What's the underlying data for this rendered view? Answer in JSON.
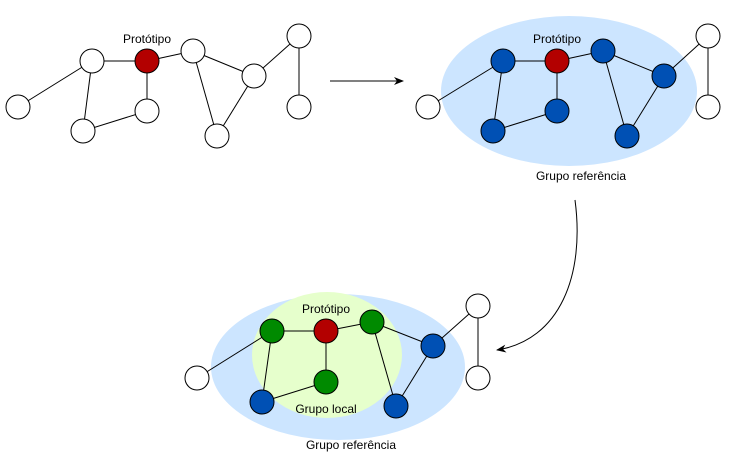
{
  "labels": {
    "prototype_1": "Protótipo",
    "prototype_2": "Protótipo",
    "prototype_3": "Protótipo",
    "reference_group_2": "Grupo referência",
    "reference_group_3": "Grupo referência",
    "local_group_3": "Grupo local"
  },
  "colors": {
    "node_empty": "#ffffff",
    "node_prototype": "#b30000",
    "node_reference": "#0050b4",
    "node_local": "#008a00",
    "reference_group_fill": "#cce5ff",
    "local_group_fill": "#e6ffcc",
    "stroke": "#000000"
  }
}
